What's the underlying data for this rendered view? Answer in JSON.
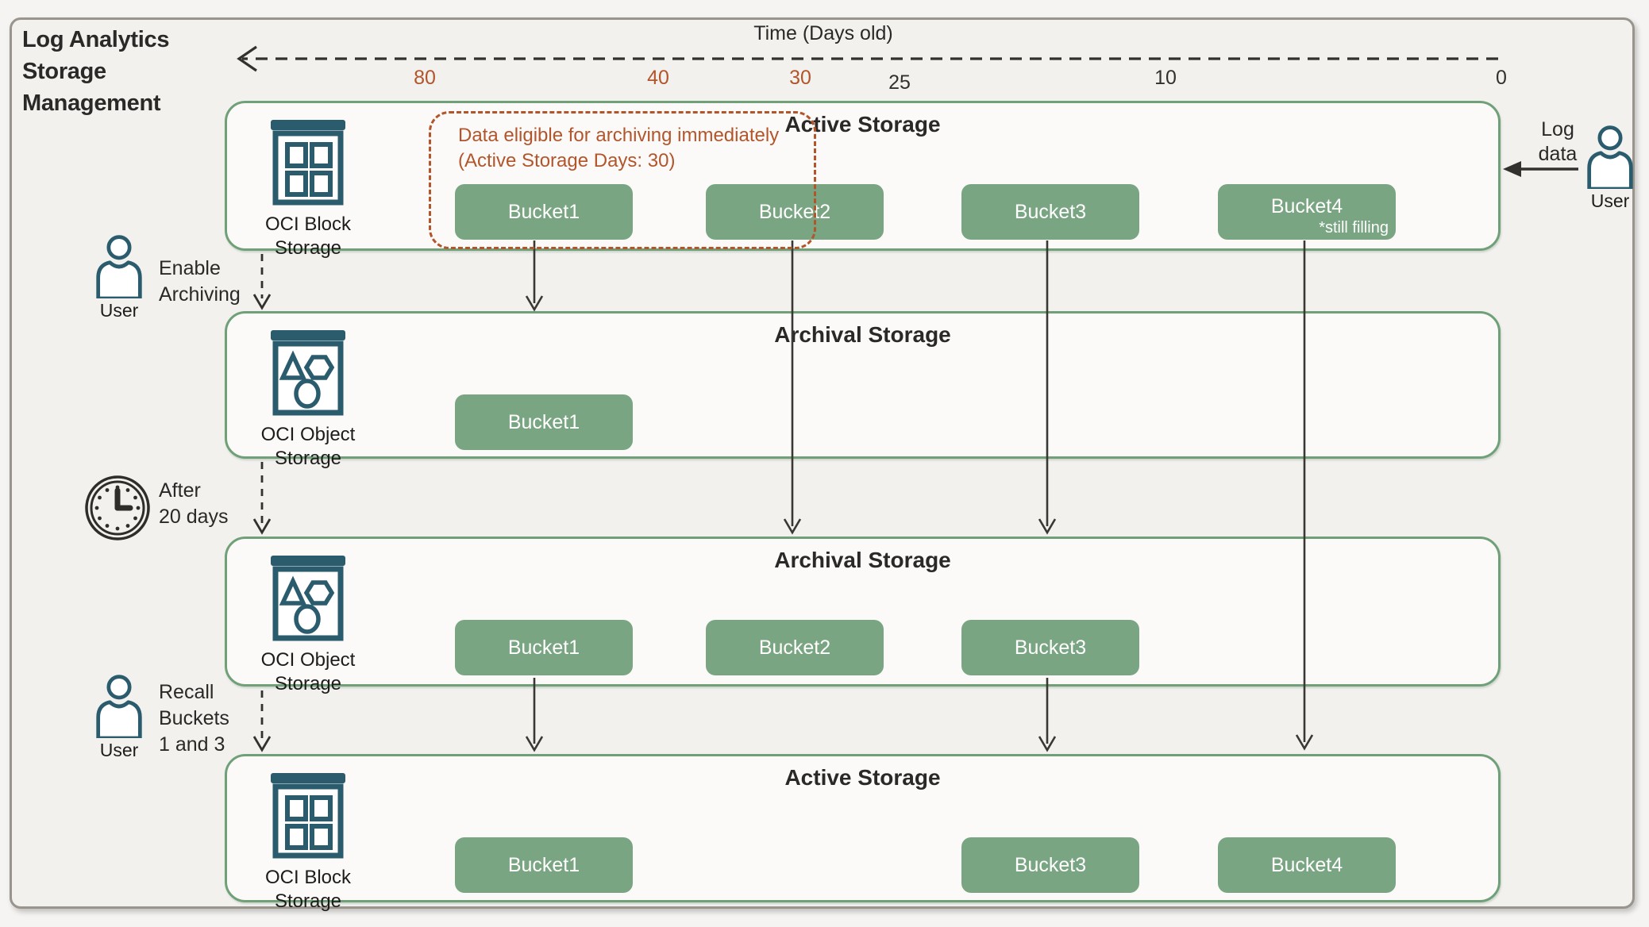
{
  "title": "Log Analytics\nStorage\nManagement",
  "timeline": {
    "title": "Time (Days old)",
    "ticks": [
      {
        "label": "80",
        "highlight": true
      },
      {
        "label": "40",
        "highlight": true
      },
      {
        "label": "30",
        "highlight": true
      },
      {
        "label": "25",
        "highlight": false
      },
      {
        "label": "10",
        "highlight": false
      },
      {
        "label": "0",
        "highlight": false
      }
    ]
  },
  "callout": {
    "line1": "Data eligible for archiving immediately",
    "line2": "(Active Storage Days: 30)"
  },
  "rows": [
    {
      "title": "Active Storage",
      "resource_icon": "oci-block-storage-icon",
      "resource_label": "OCI Block\nStorage",
      "buckets": [
        {
          "label": "Bucket1"
        },
        {
          "label": "Bucket2"
        },
        {
          "label": "Bucket3"
        },
        {
          "label": "Bucket4",
          "note": "*still filling"
        }
      ]
    },
    {
      "title": "Archival Storage",
      "resource_icon": "oci-object-storage-icon",
      "resource_label": "OCI Object\nStorage",
      "buckets": [
        {
          "label": "Bucket1"
        }
      ]
    },
    {
      "title": "Archival Storage",
      "resource_icon": "oci-object-storage-icon",
      "resource_label": "OCI Object\nStorage",
      "buckets": [
        {
          "label": "Bucket1"
        },
        {
          "label": "Bucket2"
        },
        {
          "label": "Bucket3"
        }
      ]
    },
    {
      "title": "Active Storage",
      "resource_icon": "oci-block-storage-icon",
      "resource_label": "OCI Block\nStorage",
      "buckets": [
        {
          "label": "Bucket1"
        },
        {
          "label": "Bucket3"
        },
        {
          "label": "Bucket4"
        }
      ]
    }
  ],
  "annotations": {
    "log_data": "Log\ndata",
    "user_right": "User",
    "enable_archiving": "Enable\nArchiving",
    "user_enable": "User",
    "after_days": "After\n20 days",
    "recall": "Recall\nBuckets\n1 and 3",
    "user_recall": "User"
  },
  "colors": {
    "bucket_green": "#7aa582",
    "row_border_green": "#6fa078",
    "icon_teal": "#2a5c6d",
    "callout_orange": "#b3552b",
    "frame_border_gray": "#99958d",
    "arrow_dark": "#3a3834"
  }
}
